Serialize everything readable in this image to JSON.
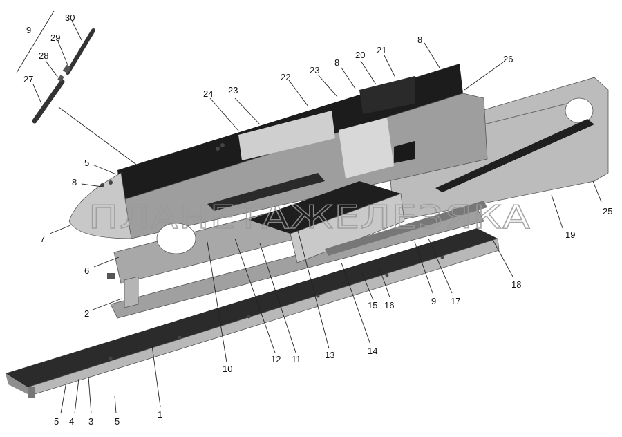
{
  "watermark": "ПЛАНЕТАЖЕЛЕЗЯКА",
  "callouts": [
    "9",
    "30",
    "29",
    "28",
    "27",
    "8",
    "21",
    "20",
    "8",
    "23",
    "22",
    "26",
    "24",
    "23",
    "5",
    "8",
    "7",
    "6",
    "2",
    "25",
    "19",
    "18",
    "17",
    "9",
    "16",
    "15",
    "14",
    "13",
    "11",
    "12",
    "10",
    "1",
    "5",
    "4",
    "3",
    "5"
  ],
  "colors": {
    "panel_dark": "#1e1e1e",
    "panel_mid": "#8a8a8a",
    "panel_light": "#c2c2c2",
    "frame": "#a8a8a8",
    "rail": "#2a2a2a"
  }
}
